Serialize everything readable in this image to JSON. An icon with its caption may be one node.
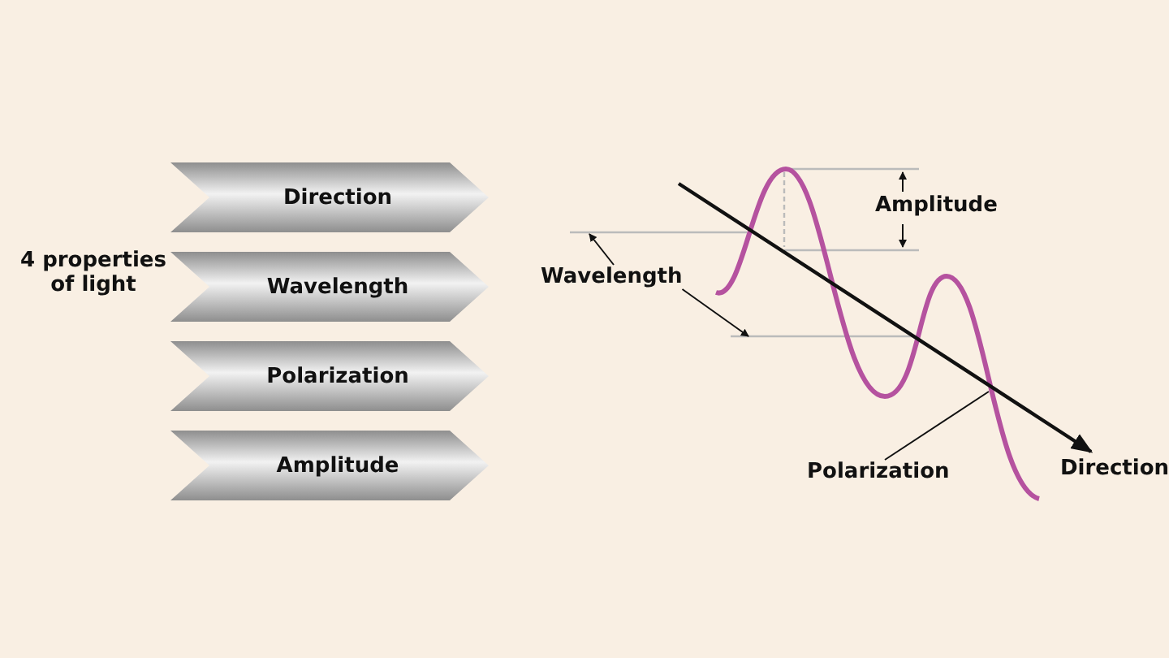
{
  "diagram": {
    "nodes": [
      {
        "text": [
          "Direction"
        ]
      },
      {
        "text": [
          "Wavelength"
        ]
      },
      {
        "text": [
          "Polarization"
        ]
      },
      {
        "text": [
          "Amplitude"
        ]
      },
      {
        "text": [
          "Wavelength"
        ]
      },
      {
        "text": [
          "Polarization"
        ]
      }
    ],
    "edges": [
      {
        "from": 4,
        "to": null,
        "arrow": "to"
      },
      {
        "from": 4,
        "to": null,
        "arrow": "to"
      },
      {
        "from": 5,
        "to": null,
        "arrow": "none"
      }
    ],
    "labels": [
      "4 properties of light",
      "Amplitude",
      "Direction"
    ]
  }
}
